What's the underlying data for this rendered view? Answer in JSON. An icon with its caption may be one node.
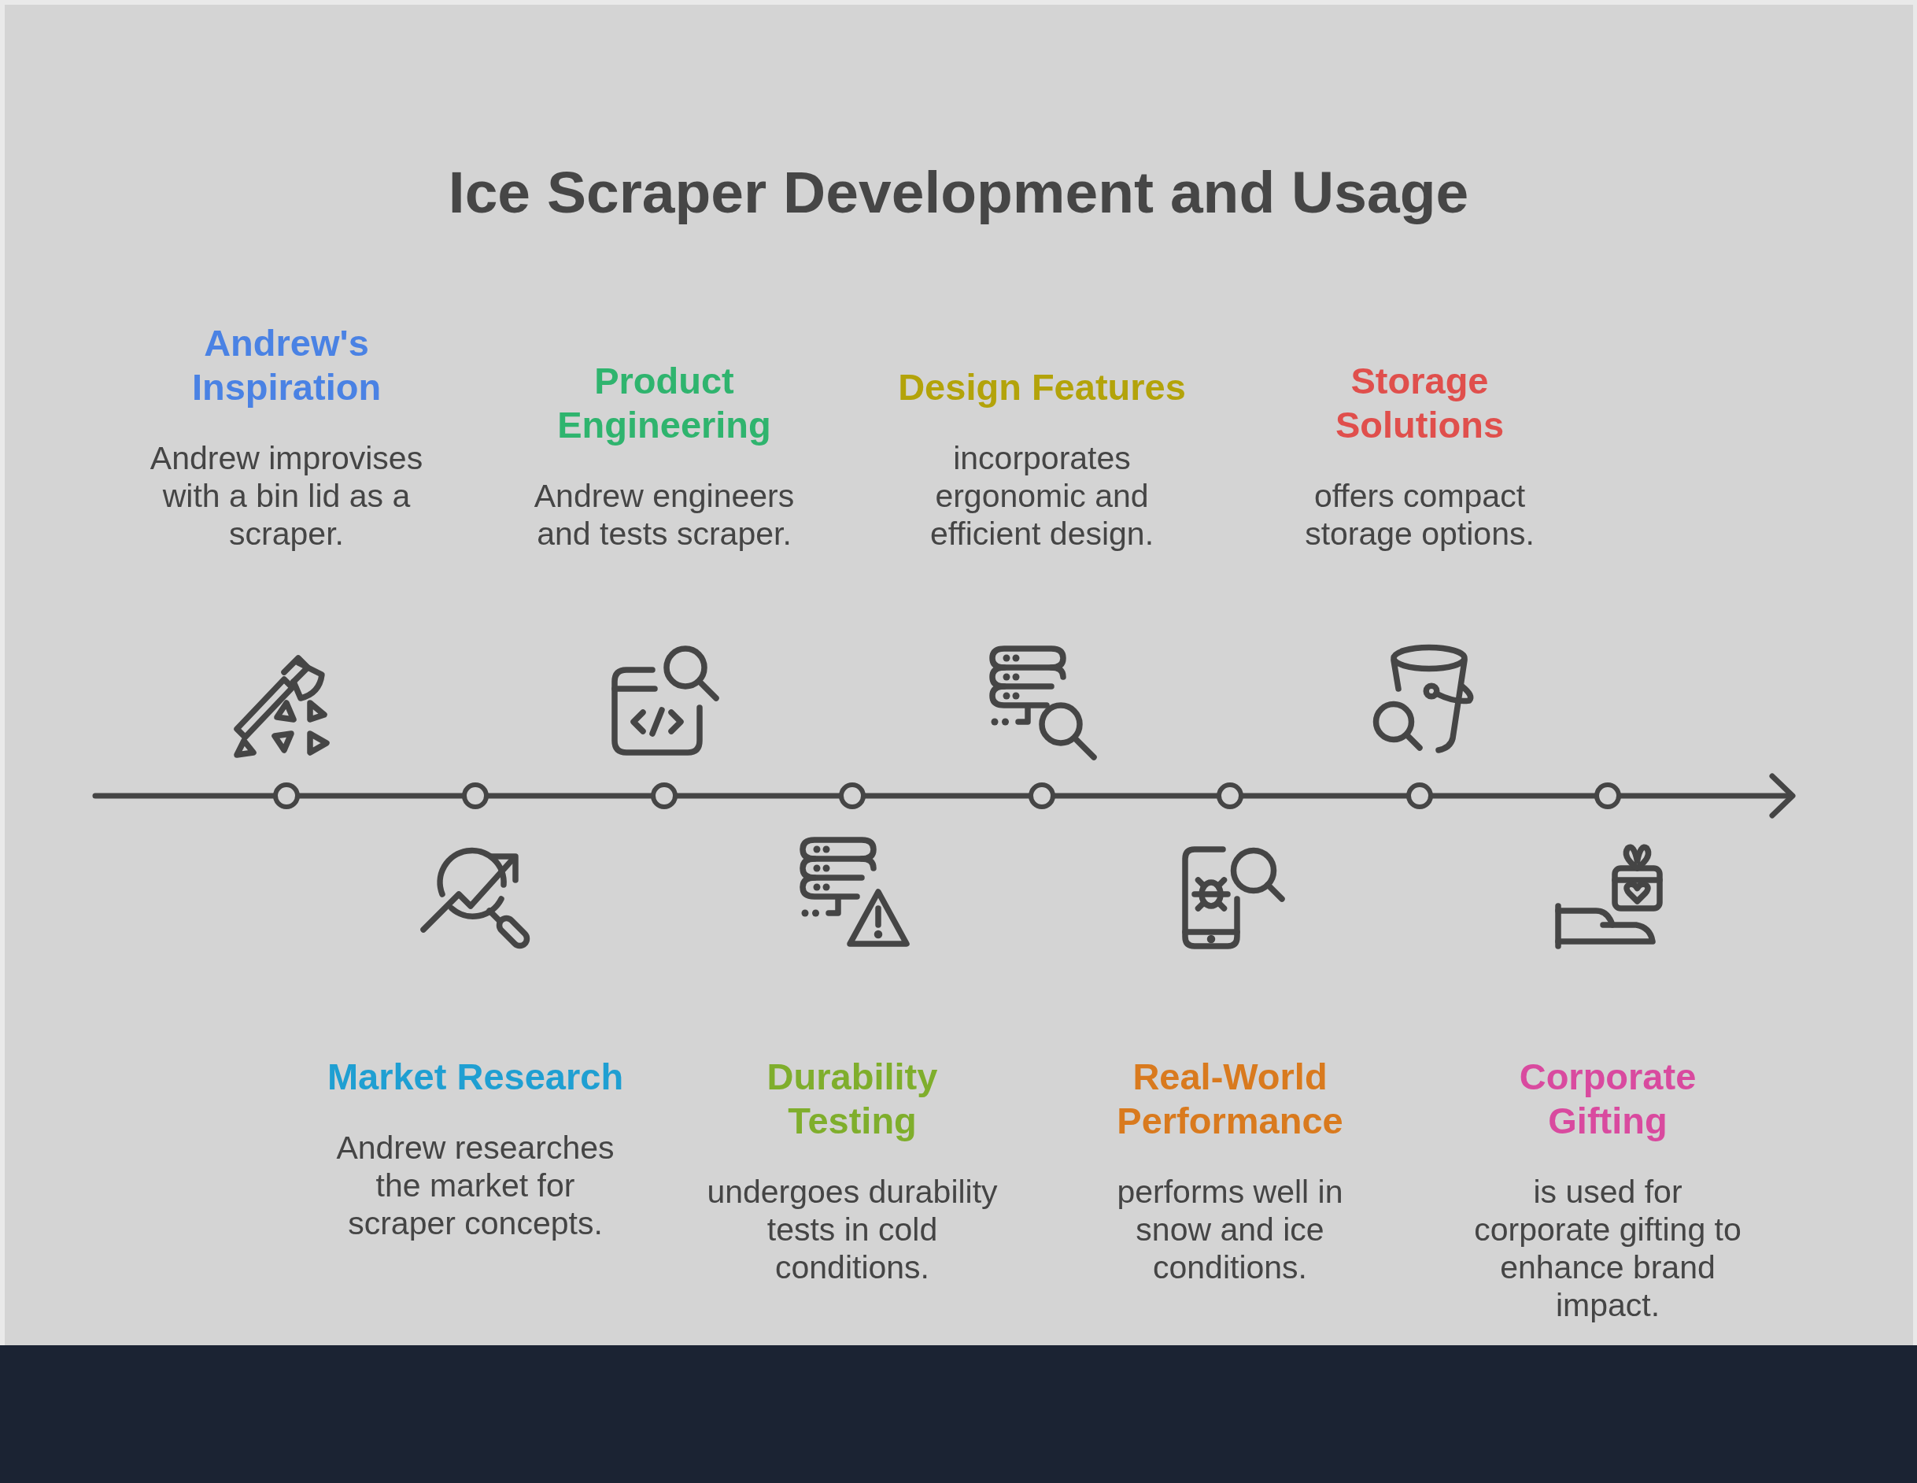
{
  "diagram": {
    "title": "Ice Scraper Development and Usage",
    "nodes": [
      {
        "text": [
          "Andrew's Inspiration",
          "Andrew improvises with a bin lid as a scraper."
        ]
      },
      {
        "text": [
          "Market Research",
          "Andrew researches the market for scraper concepts."
        ]
      },
      {
        "text": [
          "Product Engineering",
          "Andrew engineers and tests scraper."
        ]
      },
      {
        "text": [
          "Durability Testing",
          "undergoes durability tests in cold conditions."
        ]
      },
      {
        "text": [
          "Design Features",
          "incorporates ergonomic and efficient design."
        ]
      },
      {
        "text": [
          "Real-World Performance",
          "performs well in snow and ice conditions."
        ]
      },
      {
        "text": [
          "Storage Solutions",
          "offers compact storage options."
        ]
      },
      {
        "text": [
          "Corporate Gifting",
          "is used for corporate gifting to enhance brand impact."
        ]
      }
    ]
  }
}
